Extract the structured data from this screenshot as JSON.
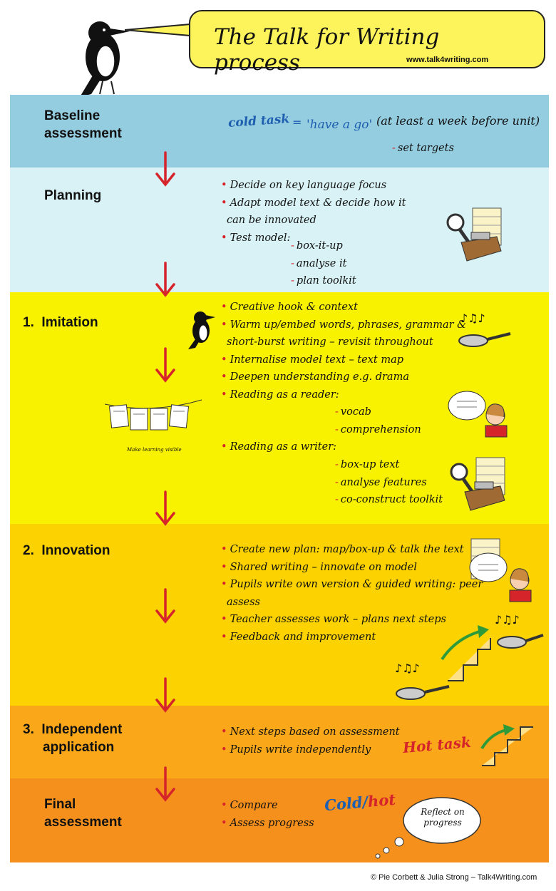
{
  "header": {
    "title": "The Talk for Writing process",
    "url": "www.talk4writing.com"
  },
  "stages": {
    "baseline": {
      "line1": "Baseline",
      "line2": "assessment"
    },
    "planning": {
      "label": "Planning"
    },
    "imitation": {
      "num": "1.",
      "label": "Imitation"
    },
    "innovation": {
      "num": "2.",
      "label": "Innovation"
    },
    "independent": {
      "num": "3.",
      "line1": "Independent",
      "line2": "application"
    },
    "final": {
      "line1": "Final",
      "line2": "assessment"
    }
  },
  "baseline": {
    "cold_task": "cold task",
    "have_a_go": "'have a go'",
    "timing": "(at least a week before unit)",
    "set_targets": "set targets"
  },
  "planning": {
    "b1": "Decide on key language focus",
    "b2a": "Adapt model text & decide how it",
    "b2b": "can be innovated",
    "b3": "Test model:",
    "s1": "box-it-up",
    "s2": "analyse it",
    "s3": "plan toolkit"
  },
  "imitation": {
    "b1": "Creative hook & context",
    "b2a": "Warm up/embed words, phrases, grammar &",
    "b2b": "short-burst writing – revisit throughout",
    "b3": "Internalise model text – text map",
    "b4": "Deepen understanding e.g. drama",
    "b5": "Reading as a reader:",
    "r1": "vocab",
    "r2": "comprehension",
    "b6": "Reading as a writer:",
    "w1": "box-up text",
    "w2": "analyse features",
    "w3": "co-construct toolkit",
    "caption": "Make learning visible"
  },
  "innovation": {
    "b1": "Create new plan: map/box-up & talk the text",
    "b2": "Shared writing – innovate on model",
    "b3a": "Pupils write own version & guided writing: peer",
    "b3b": "assess",
    "b4": "Teacher assesses work – plans next steps",
    "b5": "Feedback and improvement"
  },
  "independent": {
    "b1": "Next steps based on assessment",
    "b2": "Pupils write independently",
    "hot_task": "Hot task"
  },
  "final": {
    "b1": "Compare",
    "b2": "Assess progress",
    "cold": "Cold/",
    "hot": "hot",
    "reflect1": "Reflect on",
    "reflect2": "progress"
  },
  "footer": {
    "copyright": "© Pie Corbett & Julia Strong – Talk4Writing.com"
  },
  "colors": {
    "baseline": "#95cde0",
    "planning": "#d8f2f6",
    "imitation": "#f8f200",
    "innovation": "#fcd200",
    "independent": "#faa81a",
    "final": "#f5901d",
    "arrow": "#d6242b"
  }
}
